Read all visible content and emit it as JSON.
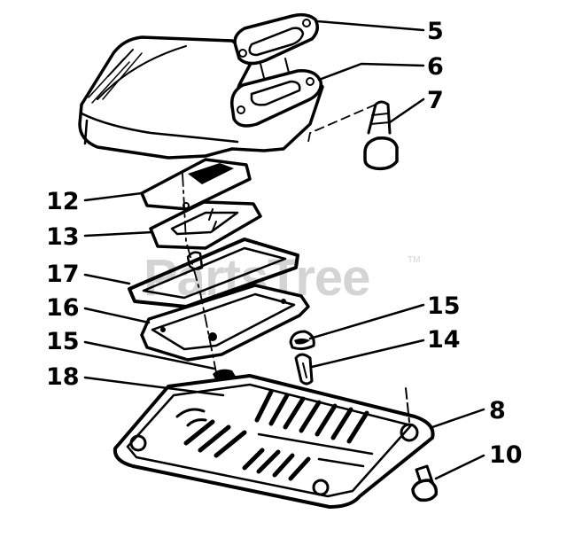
{
  "watermark": {
    "text": "PartsTree",
    "trademark": "TM"
  },
  "callouts": [
    {
      "id": "c5",
      "label": "5"
    },
    {
      "id": "c6",
      "label": "6"
    },
    {
      "id": "c7",
      "label": "7"
    },
    {
      "id": "c12",
      "label": "12"
    },
    {
      "id": "c13",
      "label": "13"
    },
    {
      "id": "c17",
      "label": "17"
    },
    {
      "id": "c16",
      "label": "16"
    },
    {
      "id": "c15a",
      "label": "15"
    },
    {
      "id": "c14",
      "label": "14"
    },
    {
      "id": "c15b",
      "label": "15"
    },
    {
      "id": "c18",
      "label": "18"
    },
    {
      "id": "c8",
      "label": "8"
    },
    {
      "id": "c10",
      "label": "10"
    }
  ]
}
